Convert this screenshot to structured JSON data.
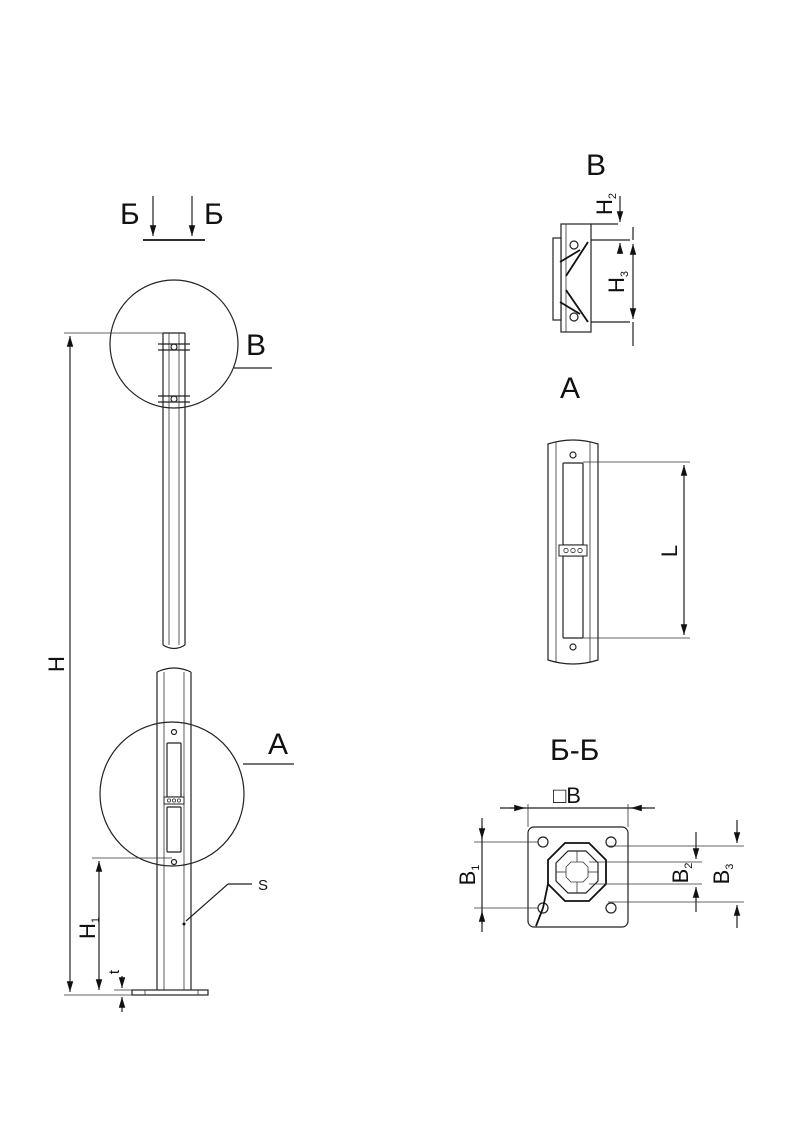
{
  "section_label": "Б",
  "section_title": "Б-Б",
  "views": {
    "top": "В",
    "access": "А"
  },
  "callouts": {
    "b": "В",
    "a": "А"
  },
  "dims": {
    "H": "H",
    "H1": "H",
    "H1_sub": "1",
    "H2": "H",
    "H2_sub": "2",
    "H3": "H",
    "H3_sub": "3",
    "L": "L",
    "t": "t",
    "S": "S",
    "B_square": "□B",
    "B1": "B",
    "B1_sub": "1",
    "B2": "B",
    "B2_sub": "2",
    "B3": "B",
    "B3_sub": "3"
  }
}
